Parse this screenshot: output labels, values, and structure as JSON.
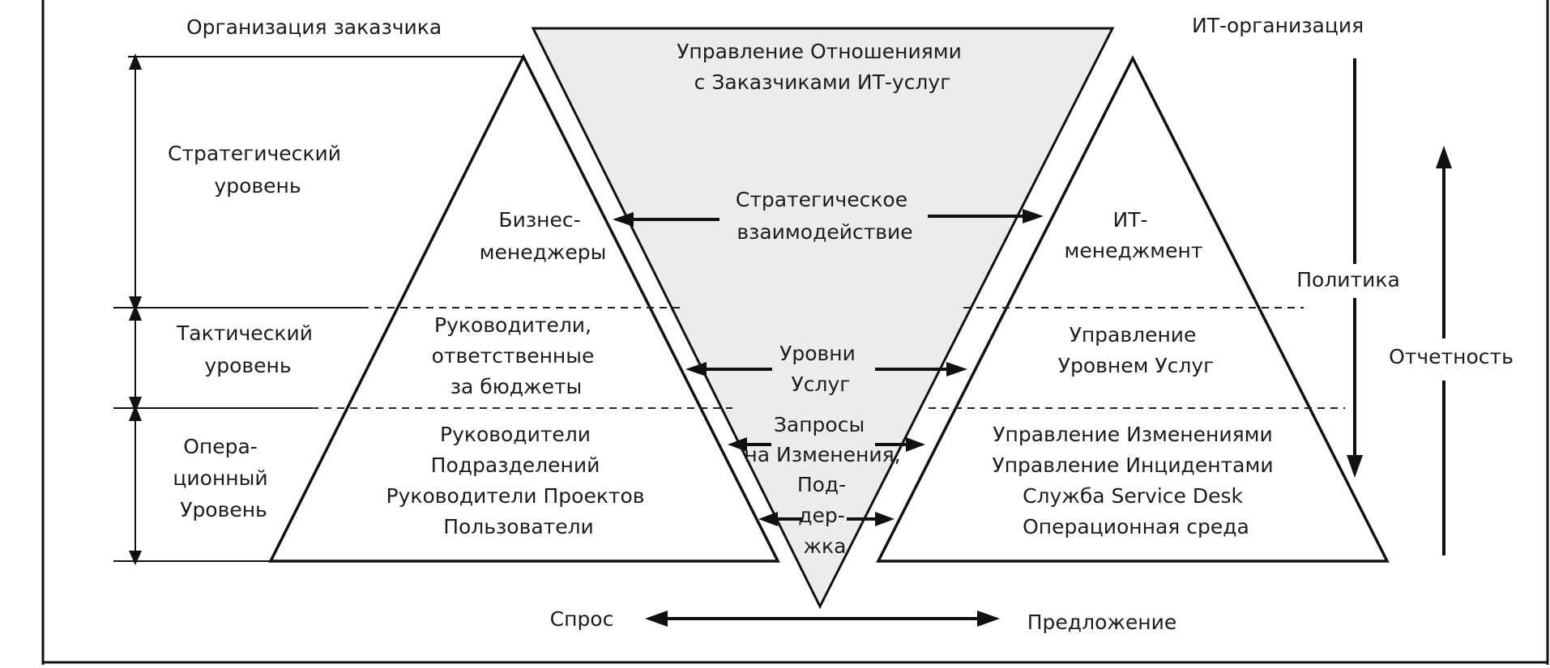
{
  "headers": {
    "customer_org": "Организация заказчика",
    "it_org": "ИТ-организация"
  },
  "levels": {
    "strategic": [
      "Стратегический",
      "уровень"
    ],
    "tactical": [
      "Тактический",
      "уровень"
    ],
    "operational": [
      "Опера-",
      "ционный",
      "Уровень"
    ]
  },
  "left_pyramid": {
    "top": [
      "Бизнес-",
      "менеджеры"
    ],
    "middle": [
      "Руководители,",
      "ответственные",
      "за бюджеты"
    ],
    "bottom": [
      "Руководители",
      "Подразделений",
      "Руководители Проектов",
      "Пользователи"
    ]
  },
  "funnel": {
    "title": [
      "Управление Отношениями",
      "с Заказчиками ИТ-услуг"
    ],
    "strategic": [
      "Стратегическое",
      "взаимодействие"
    ],
    "service_levels": [
      "Уровни",
      "Услуг"
    ],
    "changes": [
      "Запросы",
      "на Изменения,"
    ],
    "support": [
      "Под-",
      "дер-",
      "жка"
    ]
  },
  "right_pyramid": {
    "top": [
      "ИТ-",
      "менеджмент"
    ],
    "middle": [
      "Управление",
      "Уровнем Услуг"
    ],
    "bottom": [
      "Управление Изменениями",
      "Управление Инцидентами",
      "Служба Service Desk",
      "Операционная среда"
    ]
  },
  "side": {
    "policy": "Политика",
    "reporting": "Отчетность"
  },
  "bottom": {
    "demand": "Спрос",
    "supply": "Предложение"
  }
}
